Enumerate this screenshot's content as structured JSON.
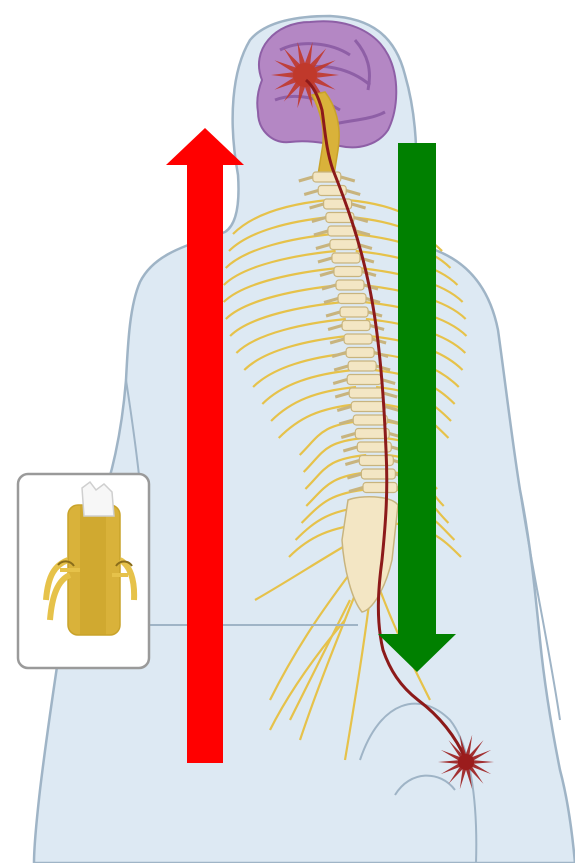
{
  "diagram": {
    "subject": "pain-signal-pathway",
    "labels": [],
    "colors": {
      "background": "#ffffff",
      "body_fill": "#dde9f3",
      "body_outline": "#9fb4c6",
      "brain_fill": "#b487c4",
      "brain_shade": "#8e5fa6",
      "nerve": "#e6c24a",
      "nerve_dark": "#c9a32a",
      "vertebra": "#f3e6c4",
      "vertebra_outline": "#c8b47e",
      "spinal_cord": "#d9b23a",
      "signal_path": "#8c1a1a",
      "pain_burst": "#9b1c1c",
      "brain_burst": "#c0392b",
      "ascending_arrow": "#ff0000",
      "descending_arrow": "#008000",
      "inset_border": "#9a9a9a"
    },
    "arrows": [
      {
        "id": "ascending",
        "direction": "up",
        "color_key": "ascending_arrow"
      },
      {
        "id": "descending",
        "direction": "down",
        "color_key": "descending_arrow"
      }
    ],
    "inset": {
      "icon": "spinal-cord-cross-section-icon"
    }
  }
}
